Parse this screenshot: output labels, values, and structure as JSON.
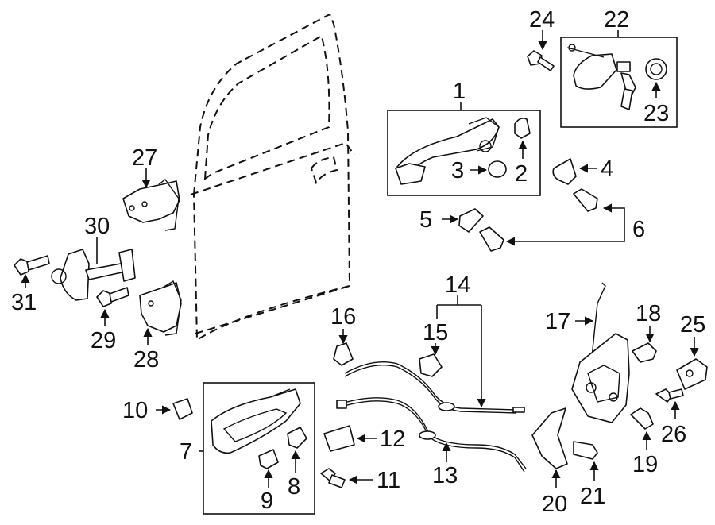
{
  "diagram": {
    "callouts": {
      "c1": "1",
      "c2": "2",
      "c3": "3",
      "c4": "4",
      "c5": "5",
      "c6": "6",
      "c7": "7",
      "c8": "8",
      "c9": "9",
      "c10": "10",
      "c11": "11",
      "c12": "12",
      "c13": "13",
      "c14": "14",
      "c15": "15",
      "c16": "16",
      "c17": "17",
      "c18": "18",
      "c19": "19",
      "c20": "20",
      "c21": "21",
      "c22": "22",
      "c23": "23",
      "c24": "24",
      "c25": "25",
      "c26": "26",
      "c27": "27",
      "c28": "28",
      "c29": "29",
      "c30": "30",
      "c31": "31"
    },
    "icons": {
      "door": "door-outline-dashed",
      "outside_handle": "outside-handle",
      "inside_handle": "inside-handle",
      "lock_cylinder": "lock-cylinder-with-keys",
      "latch": "door-latch-actuator",
      "hinge": "door-hinge",
      "check": "door-check-strap",
      "cable": "release-cable",
      "bolt": "bolt",
      "screw": "screw"
    }
  }
}
